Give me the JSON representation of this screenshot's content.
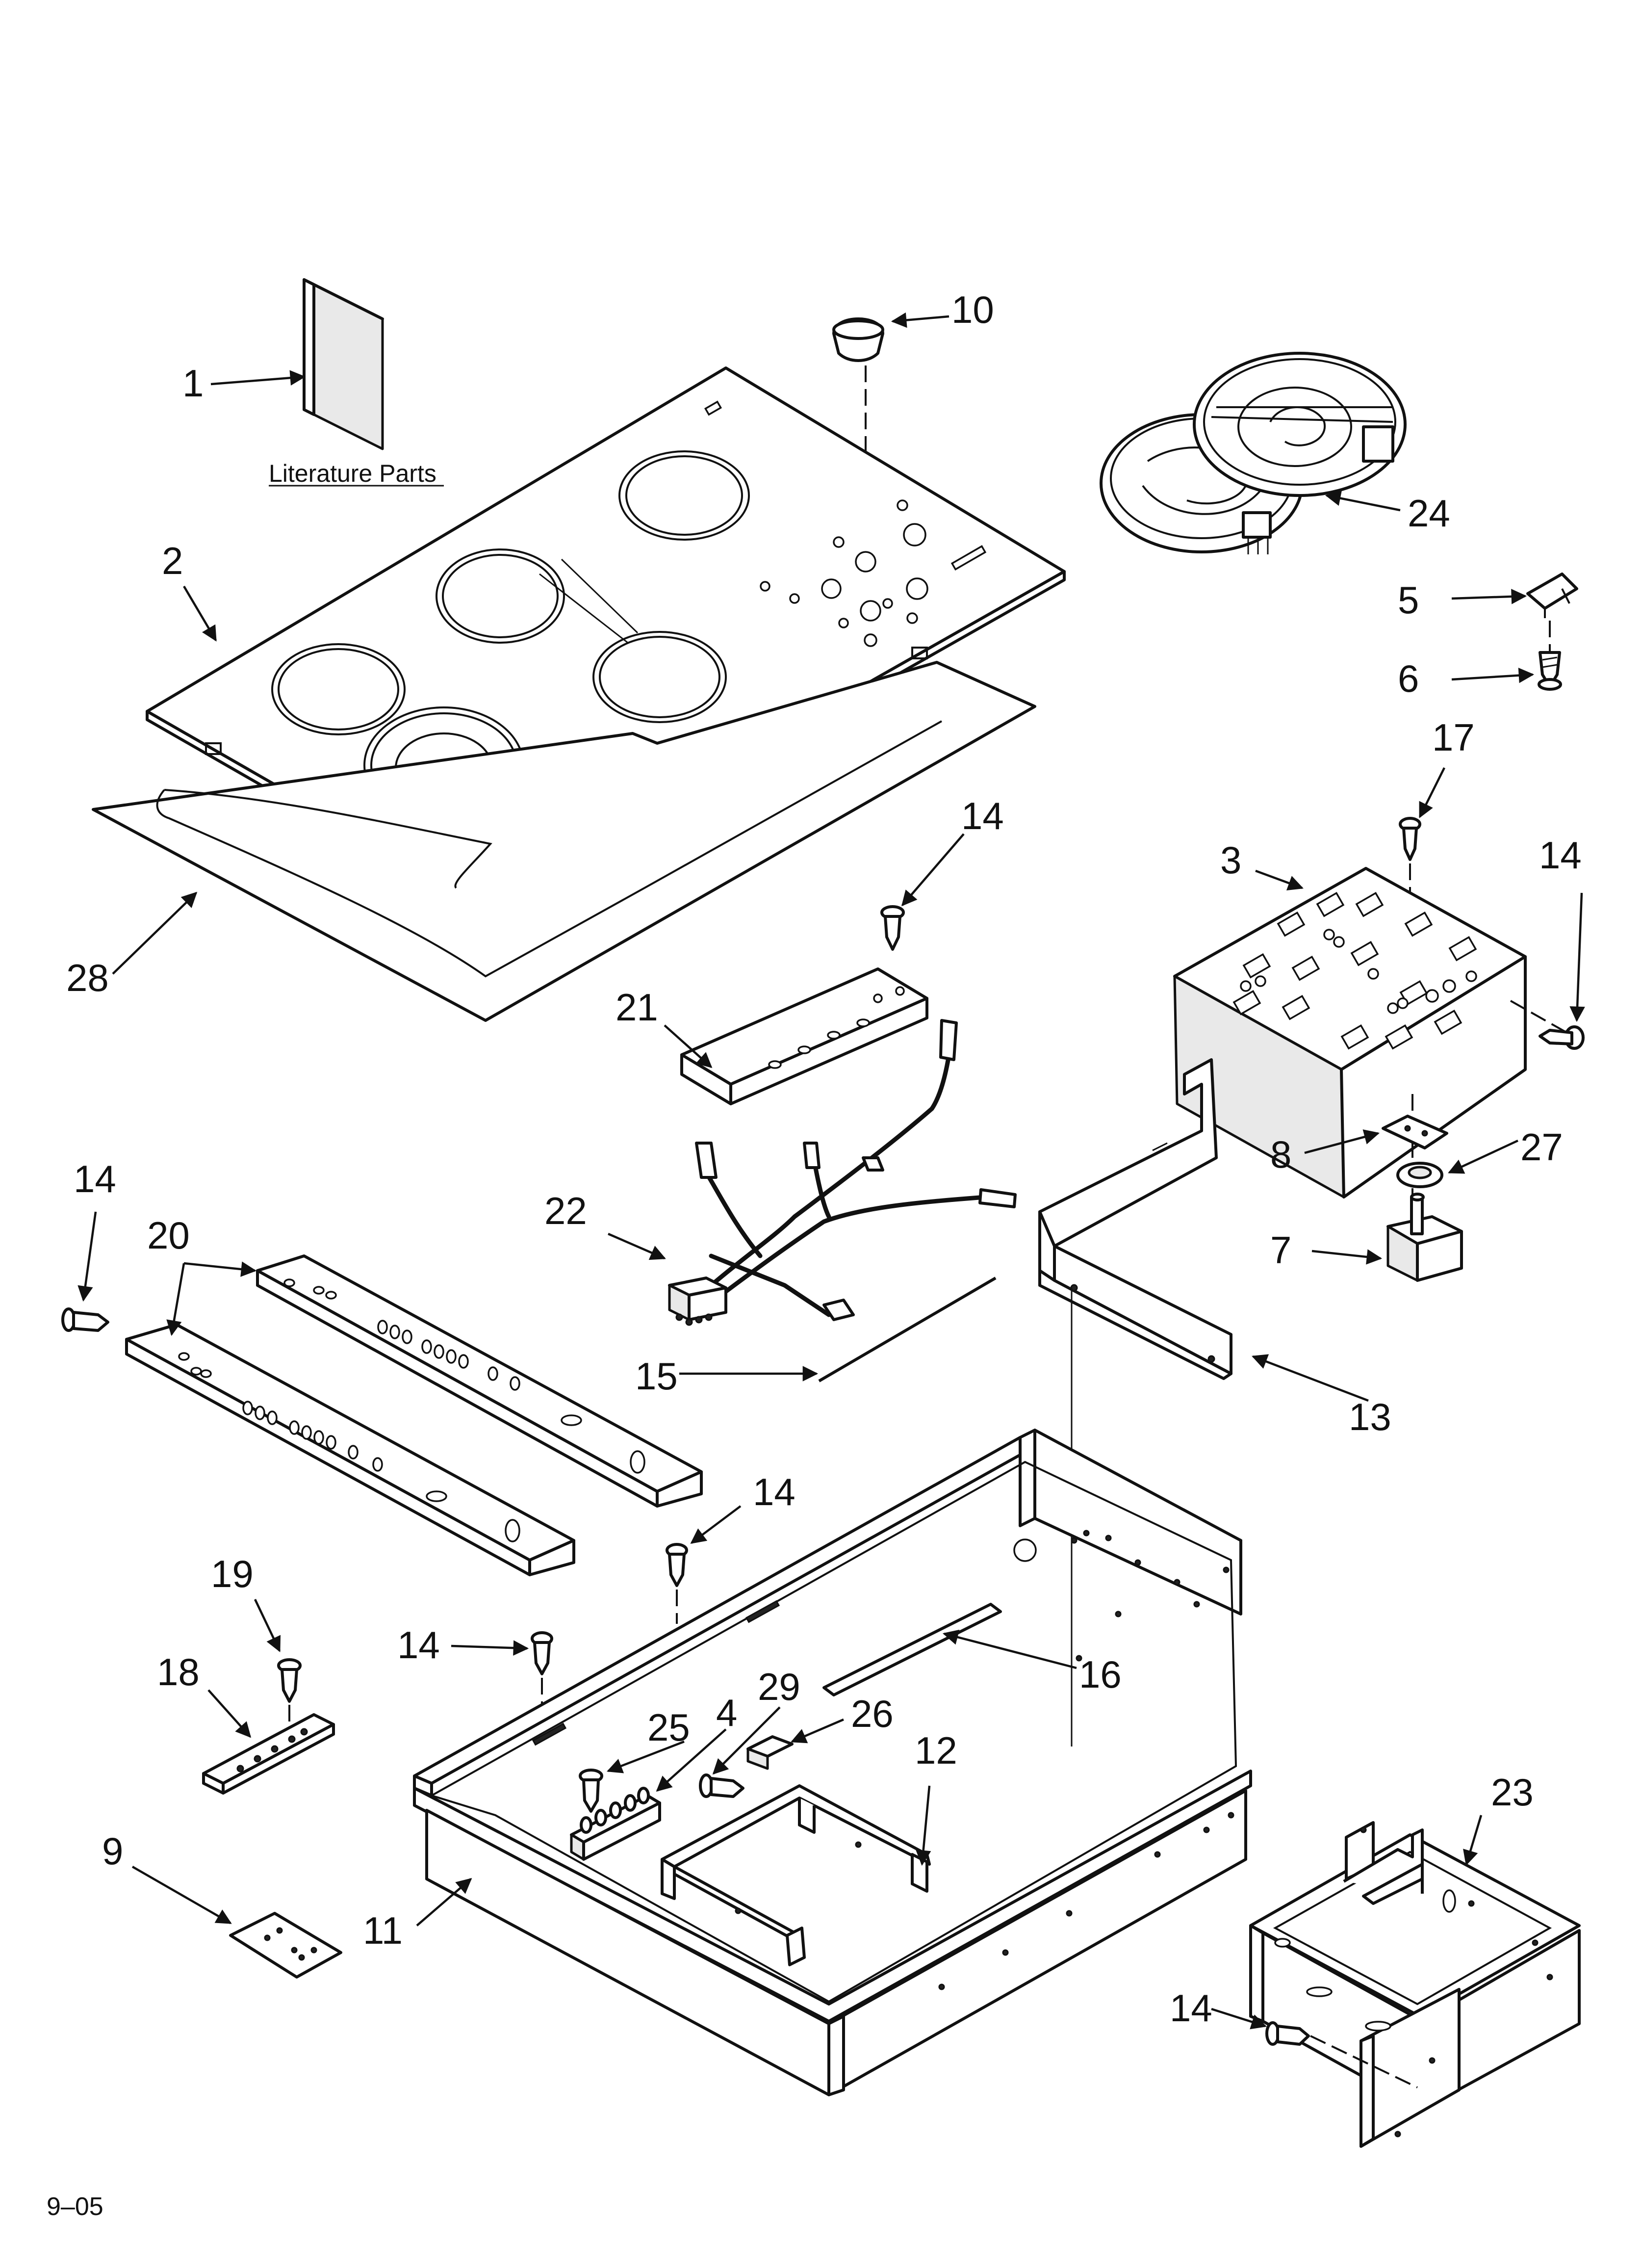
{
  "diagram": {
    "literature_caption": "Literature Parts",
    "revision_code": "9–05",
    "callouts": {
      "c1": "1",
      "c2": "2",
      "c3": "3",
      "c4": "4",
      "c5": "5",
      "c6": "6",
      "c7": "7",
      "c8": "8",
      "c9": "9",
      "c10": "10",
      "c11": "11",
      "c12": "12",
      "c13": "13",
      "c14a": "14",
      "c14b": "14",
      "c14c": "14",
      "c14d": "14",
      "c14e": "14",
      "c14f": "14",
      "c15": "15",
      "c16": "16",
      "c17": "17",
      "c18": "18",
      "c19": "19",
      "c20": "20",
      "c21": "21",
      "c22": "22",
      "c23": "23",
      "c24": "24",
      "c25": "25",
      "c26": "26",
      "c27": "27",
      "c28": "28",
      "c29": "29"
    }
  }
}
